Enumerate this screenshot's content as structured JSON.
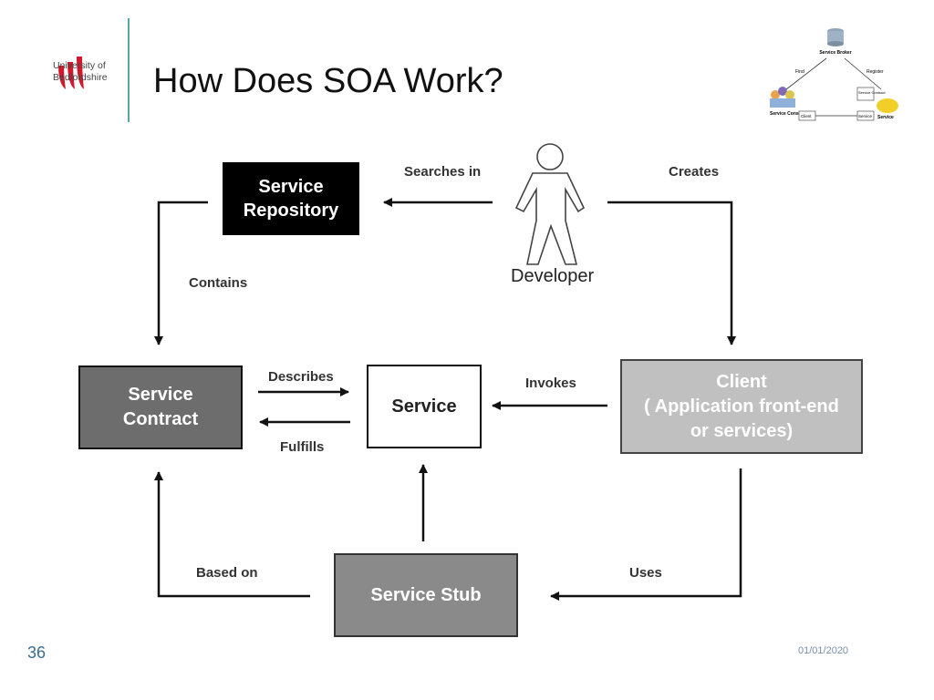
{
  "header": {
    "logo_line1": "University of",
    "logo_line2": "Bedfordshire",
    "title": "How Does SOA Work?"
  },
  "thumbnail": {
    "broker": "Service Broker",
    "find": "Find",
    "register": "Register",
    "contract": "Service Contract",
    "consumer": "Service Consumer",
    "client": "Client",
    "service": "Service",
    "provider": "Service"
  },
  "diagram": {
    "repository_line1": "Service",
    "repository_line2": "Repository",
    "contract_line1": "Service",
    "contract_line2": "Contract",
    "service": "Service",
    "client_line1": "Client",
    "client_line2": "( Application front-end",
    "client_line3": "or services)",
    "stub": "Service Stub",
    "developer": "Developer",
    "searches_in": "Searches in",
    "creates": "Creates",
    "contains": "Contains",
    "describes": "Describes",
    "fulfills": "Fulfills",
    "invokes": "Invokes",
    "based_on": "Based on",
    "uses": "Uses"
  },
  "colors": {
    "repository_fill": "#000000",
    "contract_fill": "#6d6d6d",
    "service_fill": "#ffffff",
    "client_fill": "#c0c0c0",
    "stub_fill": "#8a8a8a",
    "logo_red": "#d2182d",
    "accent_line": "#5aa6a6"
  },
  "footer": {
    "page_number": "36",
    "date": "01/01/2020"
  }
}
